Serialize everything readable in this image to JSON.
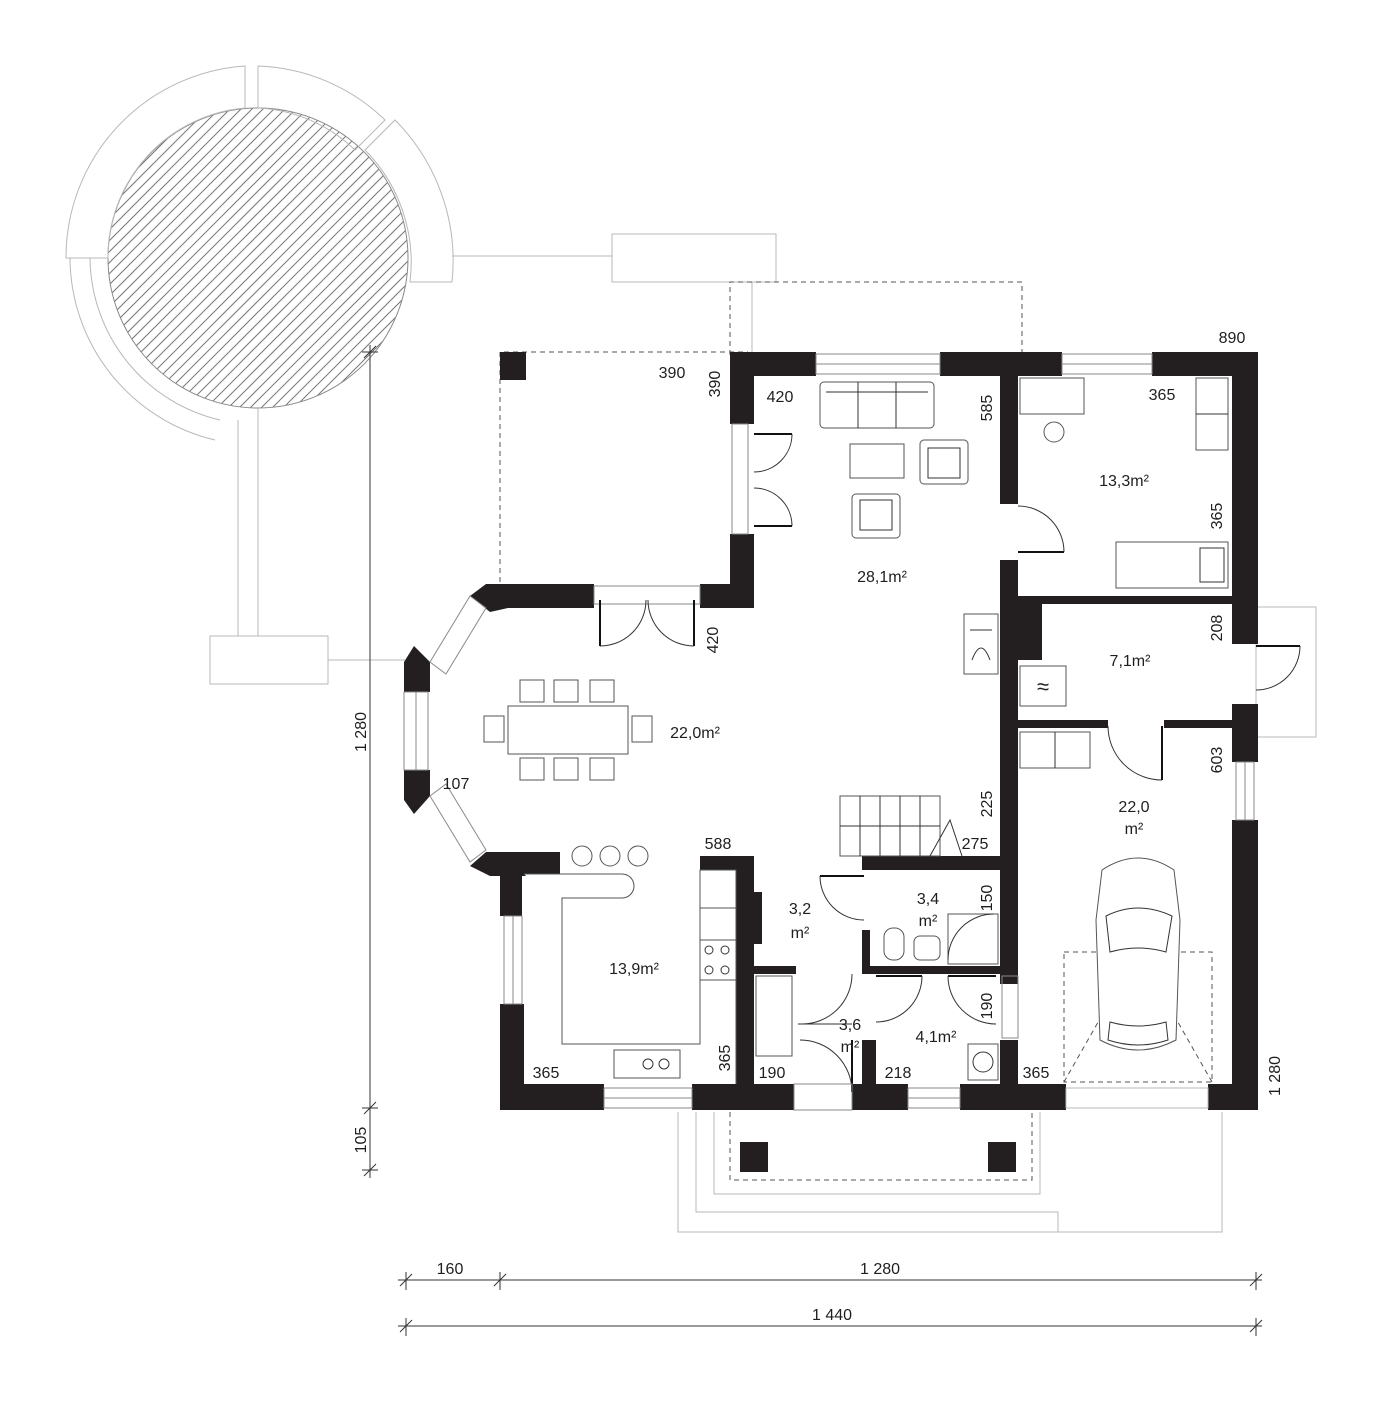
{
  "rooms": {
    "living": "28,1m²",
    "bedroom": "13,3m²",
    "boiler": "7,1m²",
    "dining": "22,0m²",
    "kitchen": "13,9m²",
    "garage_a": "22,0",
    "garage_b": "m²",
    "hall_a": "3,2",
    "hall_b": "m²",
    "wc_a": "3,4",
    "wc_b": "m²",
    "vestibule_a": "3,6",
    "vestibule_b": "m²",
    "laundry": "4,1m²"
  },
  "labels": [
    {
      "id": "terrace-width",
      "text": "390"
    },
    {
      "id": "terrace-depth",
      "text": "390"
    },
    {
      "id": "living-top",
      "text": "420"
    },
    {
      "id": "living-partition",
      "text": "585"
    },
    {
      "id": "bedroom-width",
      "text": "365"
    },
    {
      "id": "bedroom-depth",
      "text": "365"
    },
    {
      "id": "corner-890",
      "text": "890"
    },
    {
      "id": "boiler-depth",
      "text": "208"
    },
    {
      "id": "terrace-door",
      "text": "420"
    },
    {
      "id": "garage-depth",
      "text": "603"
    },
    {
      "id": "bay-107",
      "text": "107"
    },
    {
      "id": "stair-225",
      "text": "225"
    },
    {
      "id": "stair-275",
      "text": "275"
    },
    {
      "id": "kitchen-588",
      "text": "588"
    },
    {
      "id": "wc-150",
      "text": "150"
    },
    {
      "id": "laundry-190",
      "text": "190"
    },
    {
      "id": "kitchen-365-left",
      "text": "365"
    },
    {
      "id": "kitchen-365-right",
      "text": "365"
    },
    {
      "id": "vest-190",
      "text": "190"
    },
    {
      "id": "laundry-218",
      "text": "218"
    },
    {
      "id": "garage-365",
      "text": "365"
    }
  ],
  "dimensions": {
    "left_total": "1 280",
    "left_porch": "105",
    "right_total": "1 280",
    "bottom_offset": "160",
    "bottom_main": "1 280",
    "bottom_total": "1 440"
  },
  "colors": {
    "wall": "#231f20",
    "line": "#8a8a8a",
    "text": "#1e1e1e"
  }
}
